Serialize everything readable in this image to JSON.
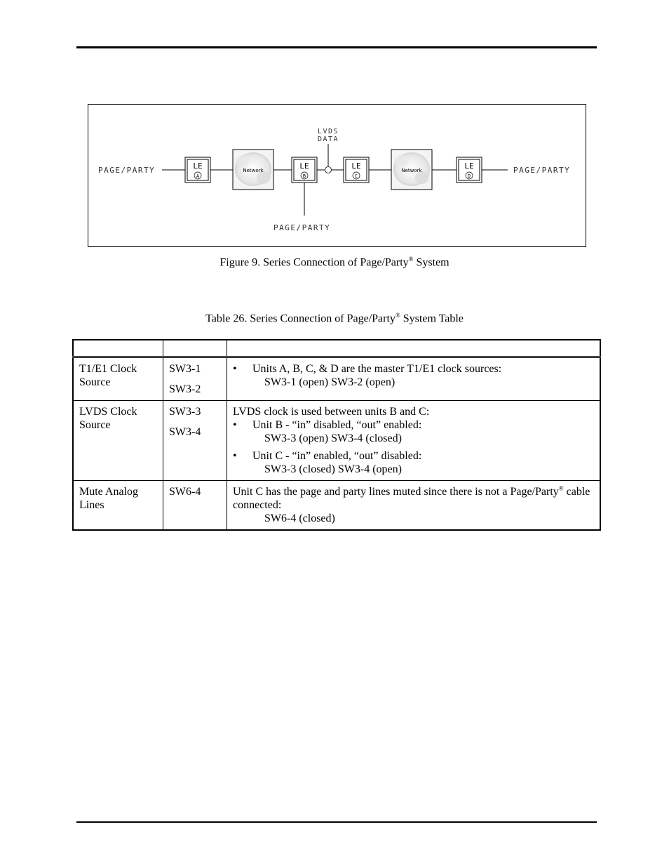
{
  "figure": {
    "labels": {
      "page_party_left": "PAGE/PARTY",
      "page_party_right": "PAGE/PARTY",
      "page_party_bottom": "PAGE/PARTY",
      "lvds_line1": "LVDS",
      "lvds_line2": "DATA"
    },
    "units": [
      {
        "label": "LE",
        "letter": "A"
      },
      {
        "label": "LE",
        "letter": "B"
      },
      {
        "label": "LE",
        "letter": "C"
      },
      {
        "label": "LE",
        "letter": "D"
      }
    ],
    "network_label": "Network",
    "caption_prefix": "Figure 9.  Series Connection of Page/Party",
    "caption_mark": "®",
    "caption_suffix": " System"
  },
  "table": {
    "caption_prefix": "Table 26.  Series Connection of Page/Party",
    "caption_mark": "®",
    "caption_suffix": " System Table",
    "headers": [
      "",
      "",
      ""
    ],
    "rows": [
      {
        "feature": "T1/E1 Clock Source",
        "switches": [
          "SW3-1",
          "SW3-2"
        ],
        "bullet1": "Units A, B, C, & D are the master T1/E1 clock sources:",
        "setting1": "SW3-1 (open) SW3-2 (open)"
      },
      {
        "feature": "LVDS Clock Source",
        "switches": [
          "SW3-3",
          "SW3-4"
        ],
        "intro": "LVDS clock is used between units B and C:",
        "bullet1": "Unit B - “in” disabled, “out” enabled:",
        "setting1": "SW3-3 (open) SW3-4 (closed)",
        "bullet2": "Unit C - “in” enabled, “out” disabled:",
        "setting2": "SW3-3 (closed) SW3-4 (open)"
      },
      {
        "feature": "Mute Analog Lines",
        "switches": [
          "SW6-4"
        ],
        "text_prefix": "Unit C has the page and party lines muted since there is not a Page/Party",
        "text_mark": "®",
        "text_suffix": " cable connected:",
        "setting1": "SW6-4 (closed)"
      }
    ],
    "bullet_glyph": "•"
  }
}
